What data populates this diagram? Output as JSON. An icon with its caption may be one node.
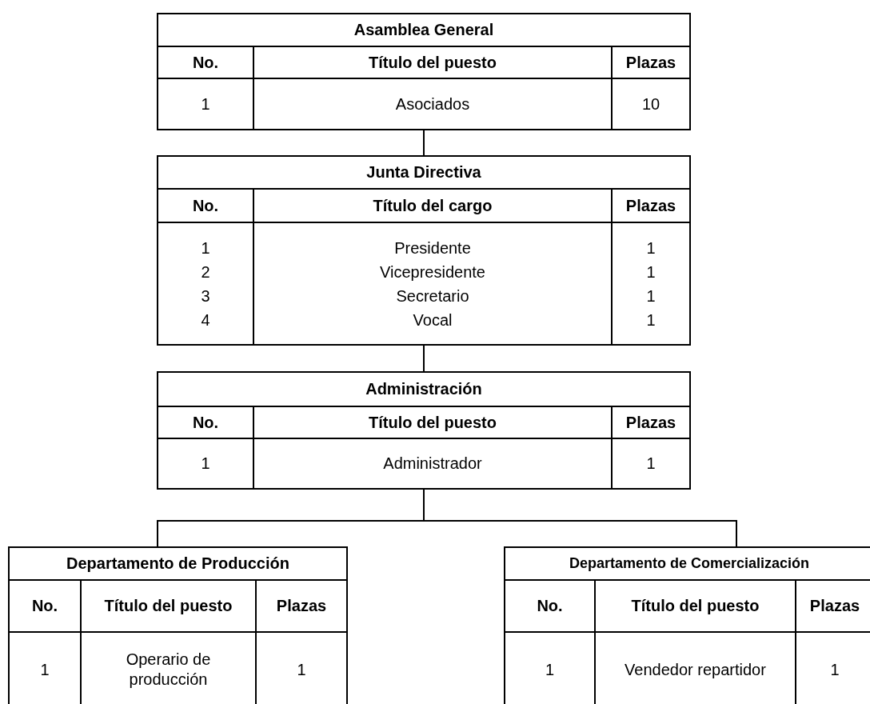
{
  "diagram": {
    "nodes": [
      {
        "text": [
          "Asamblea General",
          "No.",
          "Título del puesto",
          "Plazas",
          "1",
          "Asociados",
          "10"
        ]
      },
      {
        "text": [
          "Junta Directiva",
          "No.",
          "Título del cargo",
          "Plazas",
          "1",
          "Presidente",
          "1",
          "2",
          "Vicepresidente",
          "1",
          "3",
          "Secretario",
          "1",
          "4",
          "Vocal",
          "1"
        ]
      },
      {
        "text": [
          "Administración",
          "No.",
          "Título del puesto",
          "Plazas",
          "1",
          "Administrador",
          "1"
        ]
      },
      {
        "text": [
          "Departamento de Producción",
          "No.",
          "Título del puesto",
          "Plazas",
          "1",
          "Operario de producción",
          "1"
        ]
      },
      {
        "text": [
          "Departamento de Comercialización",
          "No.",
          "Título del puesto",
          "Plazas",
          "1",
          "Vendedor repartidor",
          "1"
        ]
      }
    ],
    "edges": [
      {
        "from": 0,
        "to": 1,
        "arrow": "none"
      },
      {
        "from": 1,
        "to": 2,
        "arrow": "none"
      },
      {
        "from": 2,
        "to": 3,
        "arrow": "none"
      },
      {
        "from": 2,
        "to": 4,
        "arrow": "none"
      }
    ]
  }
}
